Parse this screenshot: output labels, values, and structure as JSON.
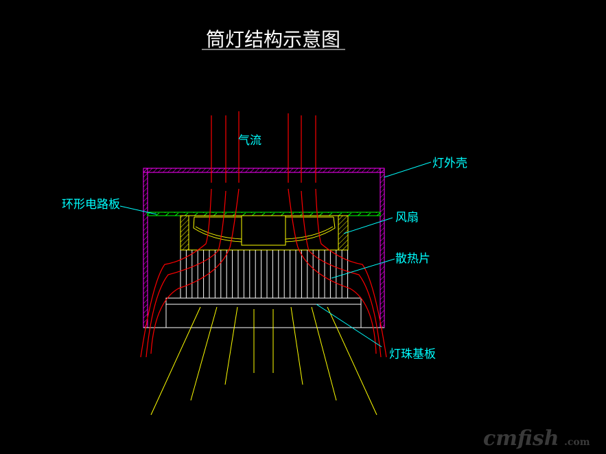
{
  "title": "筒灯结构示意图",
  "labels": {
    "airflow": "气流",
    "housing": "灯外壳",
    "ring_circuit_board": "环形电路板",
    "fan": "风扇",
    "heatsink": "散热片",
    "led_substrate": "灯珠基板"
  },
  "watermark": {
    "main": "cmfish",
    "suffix": ".com"
  },
  "colors": {
    "housing": "#ff00ff",
    "circuit_board": "#00ff00",
    "fan": "#ffff00",
    "heatsink": "#ffffff",
    "airflow": "#ff0000",
    "light_rays": "#ffff00",
    "labels": "#00ffff"
  }
}
